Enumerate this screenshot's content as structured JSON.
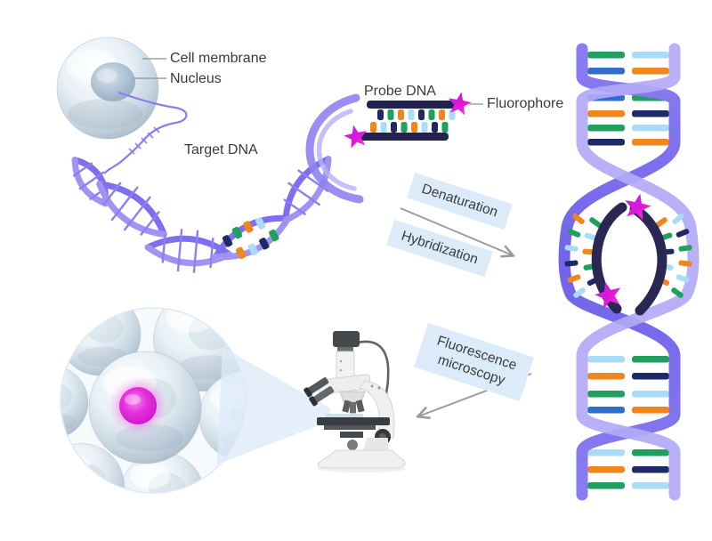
{
  "labels": {
    "cell_membrane": "Cell membrane",
    "nucleus": "Nucleus",
    "target_dna": "Target DNA",
    "probe_dna": "Probe DNA",
    "fluorophore": "Fluorophore",
    "denaturation": "Denaturation",
    "hybridization": "Hybridization",
    "fluorescence_line1": "Fluorescence",
    "fluorescence_line2": "microscopy"
  },
  "colors": {
    "background": "#ffffff",
    "step_label_bg": "#dcebf9",
    "label_text": "#3a3a3a",
    "dna_strand_purple": "#7b6cee",
    "dna_strand_light": "#b3a9f7",
    "probe_backbone_navy": "#22224f",
    "base_navy": "#1e2a63",
    "base_blue": "#2e6fca",
    "base_green": "#1fa05e",
    "base_orange": "#f0861c",
    "base_lightblue": "#a9dcf6",
    "fluorophore_magenta": "#e116d9",
    "fluorescent_signal_glow": "#ee3ae4",
    "arrow_gray": "#97999b",
    "cell_body": "#c6d5e0",
    "light_cone": "#dcebf9"
  },
  "illustrations": [
    "cell-with-nucleus-icon",
    "target-dna-helix-icon",
    "probe-dna-ladder-icon",
    "fluorophore-star-icon",
    "hybridized-dna-helix-icon",
    "magnified-cells-icon",
    "fluorescent-nucleus-icon",
    "light-cone-icon",
    "fluorescence-microscope-icon",
    "process-arrow-icon"
  ]
}
